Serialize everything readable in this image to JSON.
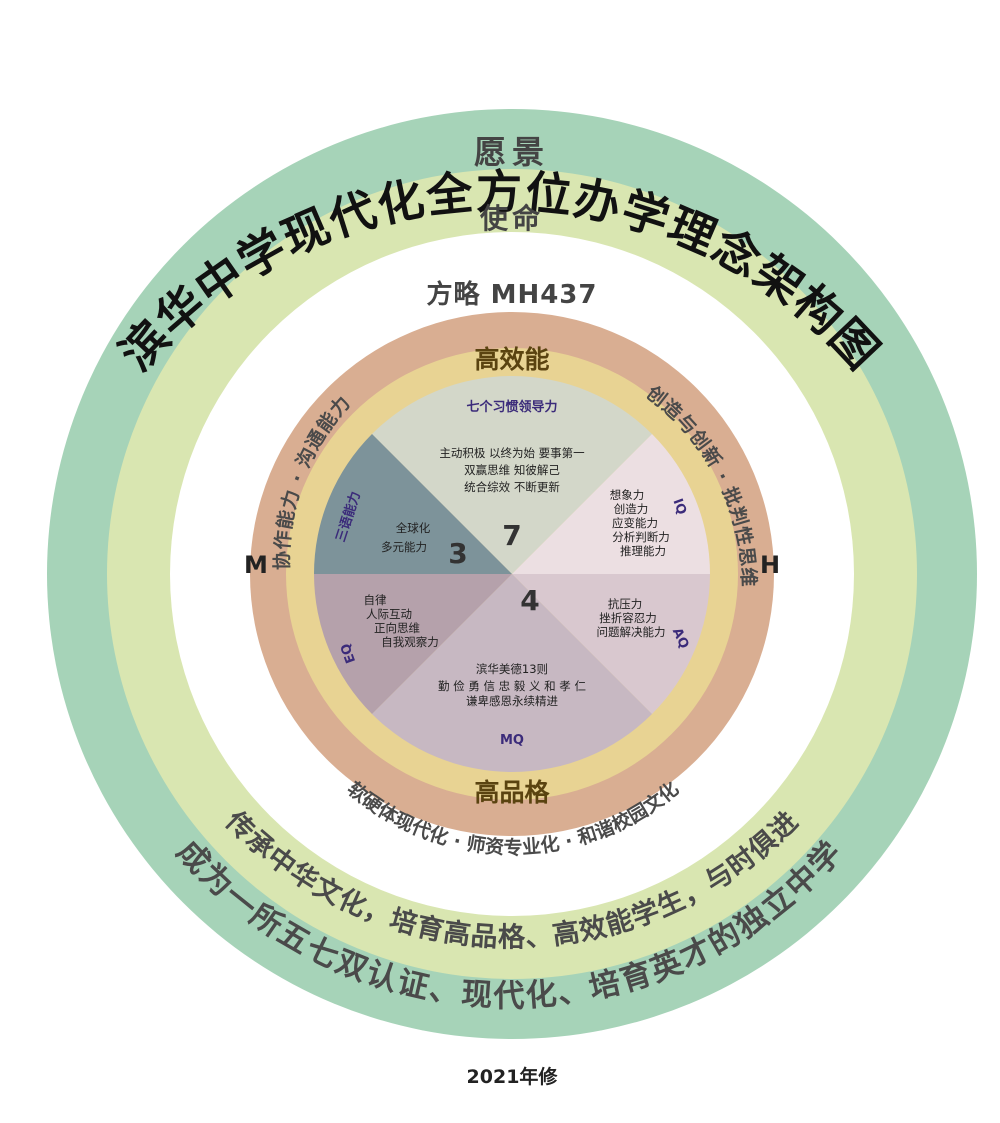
{
  "title": "滨华中学现代化全方位办学理念架构图",
  "rings": {
    "vision": {
      "label": "愿景",
      "color": "#a6d3b8",
      "text": "成为一所五七双认证、现代化、培育英才的独立中学"
    },
    "mission": {
      "label": "使命",
      "color": "#d9e6b1",
      "text": "传承中华文化，培育高品格、高效能学生，与时俱进"
    },
    "strategy": {
      "label": "方略 MH437"
    },
    "core": {
      "color": "#d9ae92",
      "top": "高效能",
      "bottom": "高品格",
      "left": "M",
      "right": "H",
      "bottom_arc": "软硬体现代化 · 师资专业化 · 和谐校园文化"
    },
    "skills": {
      "color": "#e8d393",
      "left_arc": "协作能力 · 沟通能力",
      "right_arc": "创造与创新 · 批判性思维"
    }
  },
  "segments": {
    "habits": {
      "title": "七个习惯领导力",
      "lines": [
        "主动积极  以终为始  要事第一",
        "双赢思维  知彼解己",
        "统合综效  不断更新"
      ],
      "number": "7",
      "color": "#d3d7c9"
    },
    "iq": {
      "title": "IQ",
      "lines": [
        "想象力",
        "创造力",
        "应变能力",
        "分析判断力",
        "推理能力"
      ],
      "color": "#ecdfe2"
    },
    "aq": {
      "title": "AQ",
      "lines": [
        "抗压力",
        "挫折容忍力",
        "问题解决能力"
      ],
      "color": "#d9c8cf"
    },
    "mq": {
      "title": "MQ",
      "lines": [
        "滨华美德13则",
        "勤 俭 勇 信 忠  毅 义 和  孝 仁",
        "谦卑感恩永续精进"
      ],
      "color": "#c7b8c2"
    },
    "eq": {
      "title": "EQ",
      "lines": [
        "自律",
        "人际互动",
        "正向思维",
        "自我观察力"
      ],
      "number": "4",
      "color": "#b5a1ab"
    },
    "global": {
      "title": "三语能力",
      "lines": [
        "全球化",
        "多元能力"
      ],
      "number": "3",
      "color": "#7d939a"
    }
  },
  "footer": "2021年修"
}
